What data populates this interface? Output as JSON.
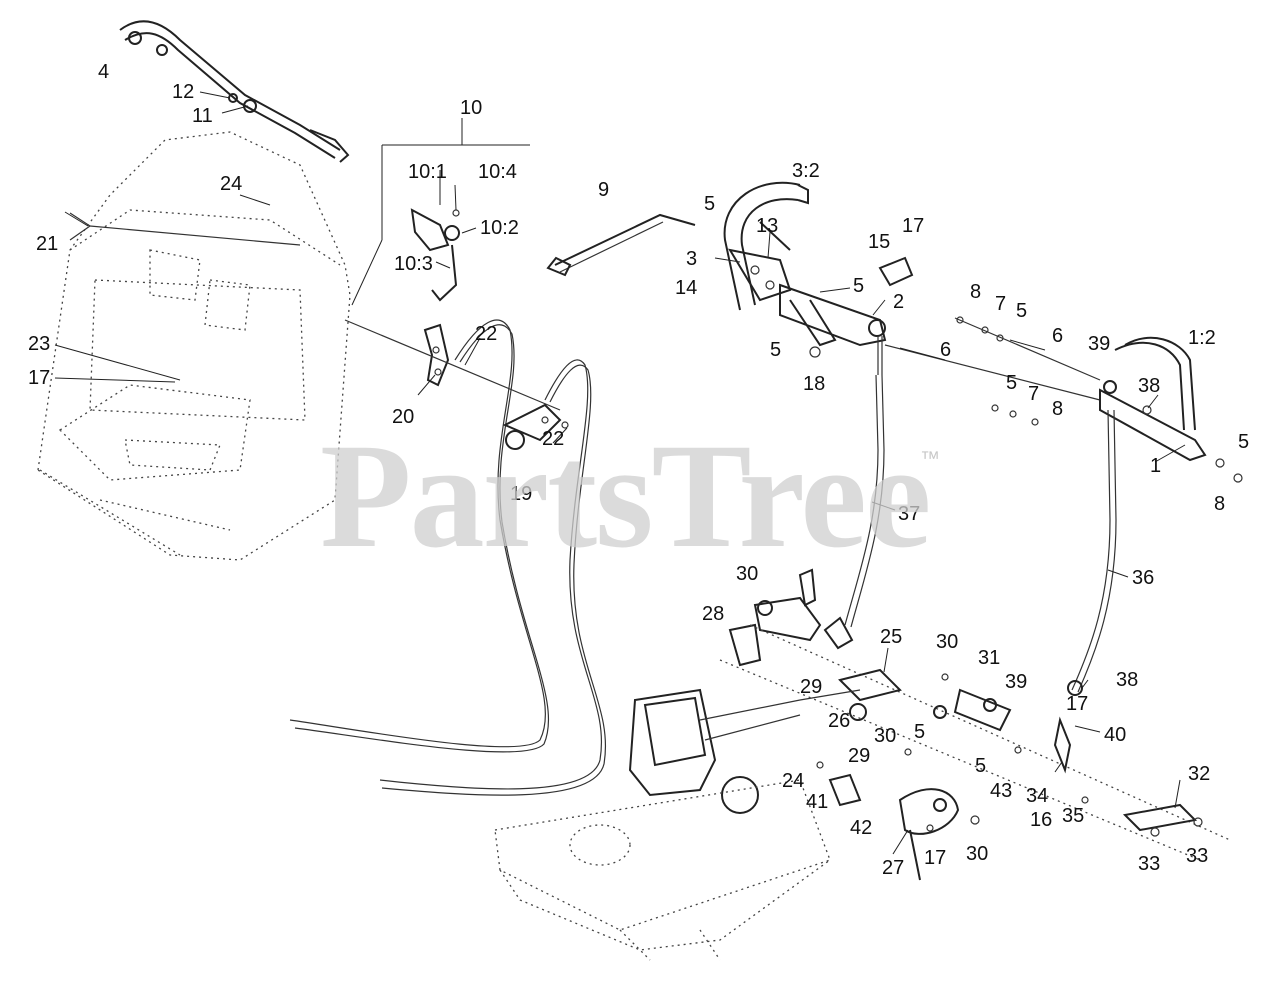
{
  "watermark": {
    "brand": "PartsTree",
    "tm": "™"
  },
  "callouts": [
    {
      "id": "c4",
      "text": "4"
    },
    {
      "id": "c12",
      "text": "12"
    },
    {
      "id": "c11",
      "text": "11"
    },
    {
      "id": "c10",
      "text": "10"
    },
    {
      "id": "c10-1",
      "text": "10:1"
    },
    {
      "id": "c10-4",
      "text": "10:4"
    },
    {
      "id": "c10-2",
      "text": "10:2"
    },
    {
      "id": "c10-3",
      "text": "10:3"
    },
    {
      "id": "c24a",
      "text": "24"
    },
    {
      "id": "c21",
      "text": "21"
    },
    {
      "id": "c23",
      "text": "23"
    },
    {
      "id": "c17a",
      "text": "17"
    },
    {
      "id": "c22a",
      "text": "22"
    },
    {
      "id": "c20",
      "text": "20"
    },
    {
      "id": "c22b",
      "text": "22"
    },
    {
      "id": "c19",
      "text": "19"
    },
    {
      "id": "c9",
      "text": "9"
    },
    {
      "id": "c5a",
      "text": "5"
    },
    {
      "id": "c3-2",
      "text": "3:2"
    },
    {
      "id": "c13",
      "text": "13"
    },
    {
      "id": "c3",
      "text": "3"
    },
    {
      "id": "c14",
      "text": "14"
    },
    {
      "id": "c15",
      "text": "15"
    },
    {
      "id": "c17b",
      "text": "17"
    },
    {
      "id": "c5b",
      "text": "5"
    },
    {
      "id": "c2",
      "text": "2"
    },
    {
      "id": "c5c",
      "text": "5"
    },
    {
      "id": "c18",
      "text": "18"
    },
    {
      "id": "c8a",
      "text": "8"
    },
    {
      "id": "c7a",
      "text": "7"
    },
    {
      "id": "c5d",
      "text": "5"
    },
    {
      "id": "c6a",
      "text": "6"
    },
    {
      "id": "c39a",
      "text": "39"
    },
    {
      "id": "c1-2",
      "text": "1:2"
    },
    {
      "id": "c6b",
      "text": "6"
    },
    {
      "id": "c5e",
      "text": "5"
    },
    {
      "id": "c7b",
      "text": "7"
    },
    {
      "id": "c8b",
      "text": "8"
    },
    {
      "id": "c38a",
      "text": "38"
    },
    {
      "id": "c1",
      "text": "1"
    },
    {
      "id": "c5f",
      "text": "5"
    },
    {
      "id": "c8c",
      "text": "8"
    },
    {
      "id": "c37",
      "text": "37"
    },
    {
      "id": "c36",
      "text": "36"
    },
    {
      "id": "c30a",
      "text": "30"
    },
    {
      "id": "c28",
      "text": "28"
    },
    {
      "id": "c25",
      "text": "25"
    },
    {
      "id": "c30b",
      "text": "30"
    },
    {
      "id": "c31",
      "text": "31"
    },
    {
      "id": "c39b",
      "text": "39"
    },
    {
      "id": "c38b",
      "text": "38"
    },
    {
      "id": "c29a",
      "text": "29"
    },
    {
      "id": "c17c",
      "text": "17"
    },
    {
      "id": "c26",
      "text": "26"
    },
    {
      "id": "c5g",
      "text": "5"
    },
    {
      "id": "c40",
      "text": "40"
    },
    {
      "id": "c30c",
      "text": "30"
    },
    {
      "id": "c29b",
      "text": "29"
    },
    {
      "id": "c5h",
      "text": "5"
    },
    {
      "id": "c24b",
      "text": "24"
    },
    {
      "id": "c41",
      "text": "41"
    },
    {
      "id": "c43",
      "text": "43"
    },
    {
      "id": "c34",
      "text": "34"
    },
    {
      "id": "c32",
      "text": "32"
    },
    {
      "id": "c42",
      "text": "42"
    },
    {
      "id": "c16",
      "text": "16"
    },
    {
      "id": "c35",
      "text": "35"
    },
    {
      "id": "c27",
      "text": "27"
    },
    {
      "id": "c17d",
      "text": "17"
    },
    {
      "id": "c30d",
      "text": "30"
    },
    {
      "id": "c33a",
      "text": "33"
    },
    {
      "id": "c33b",
      "text": "33"
    }
  ]
}
